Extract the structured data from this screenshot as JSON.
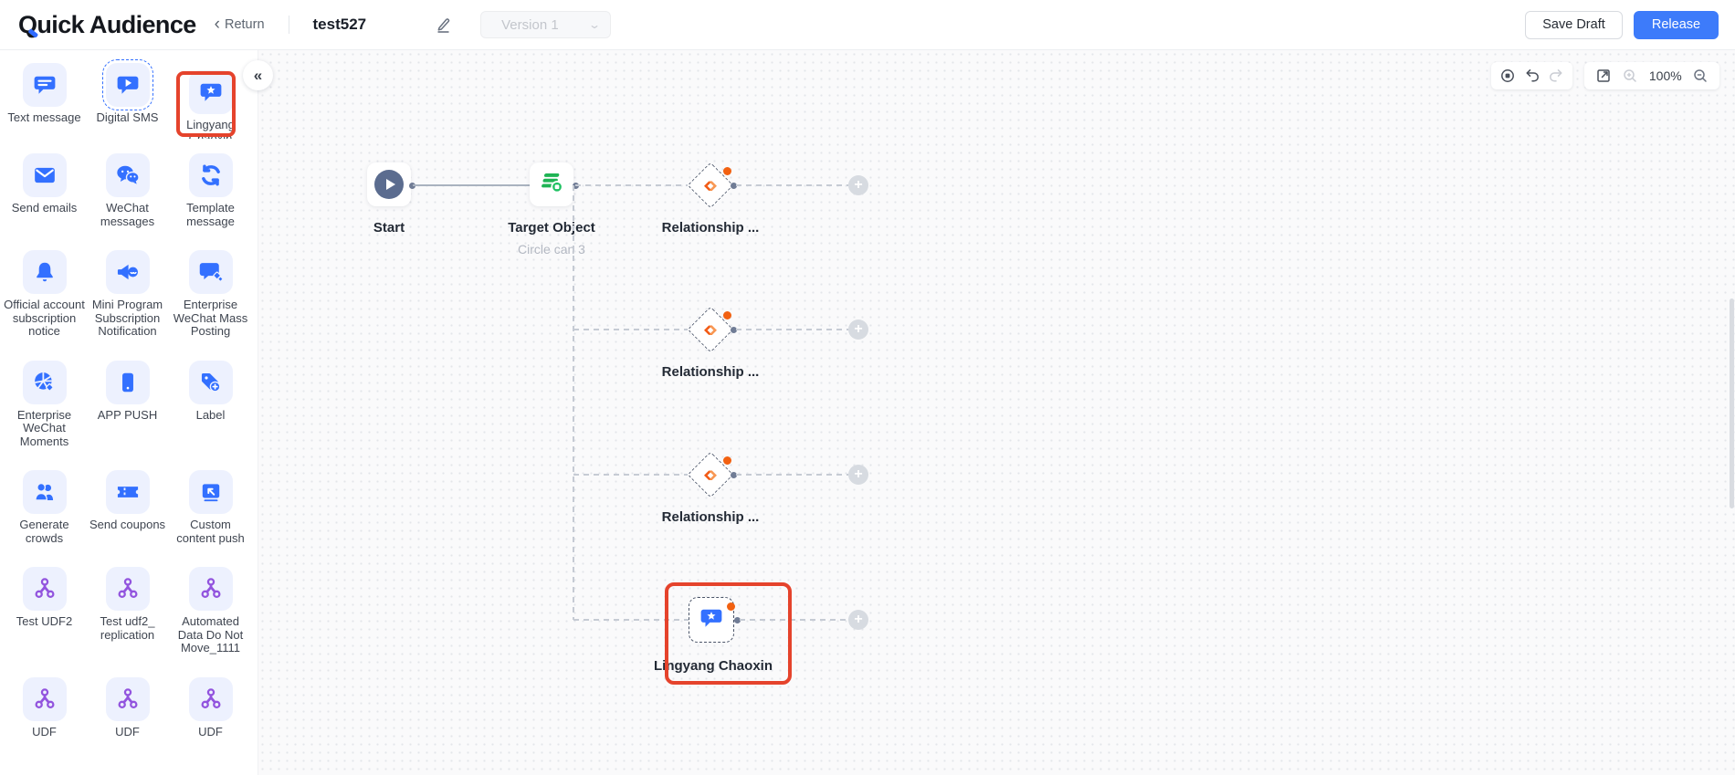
{
  "header": {
    "logo": "Quick Audience",
    "return_label": "Return",
    "flow_name": "test527",
    "version_label": "Version 1",
    "save_draft_label": "Save Draft",
    "release_label": "Release"
  },
  "sidebar": {
    "items": [
      {
        "label": "Text message",
        "icon": "chat-lines",
        "color": "blue"
      },
      {
        "label": "Digital SMS",
        "icon": "chat-play",
        "color": "blue",
        "selected_dashed": true
      },
      {
        "label": "Lingyang Chaoxin",
        "icon": "chat-star",
        "color": "blue",
        "highlighted": true
      },
      {
        "label": "Send emails",
        "icon": "envelope",
        "color": "blue"
      },
      {
        "label": "WeChat messages",
        "icon": "wechat",
        "color": "blue"
      },
      {
        "label": "Template message",
        "icon": "refresh",
        "color": "blue"
      },
      {
        "label": "Official account subscription notice",
        "icon": "bell",
        "color": "blue"
      },
      {
        "label": "Mini Program Subscription Notification",
        "icon": "megaphone",
        "color": "blue"
      },
      {
        "label": "Enterprise WeChat Mass Posting",
        "icon": "chat-sparkle",
        "color": "blue"
      },
      {
        "label": "Enterprise WeChat Moments",
        "icon": "aperture",
        "color": "blue"
      },
      {
        "label": "APP PUSH",
        "icon": "phone",
        "color": "blue"
      },
      {
        "label": "Label",
        "icon": "tag-plus",
        "color": "blue"
      },
      {
        "label": "Generate crowds",
        "icon": "people",
        "color": "blue"
      },
      {
        "label": "Send coupons",
        "icon": "coupon",
        "color": "blue"
      },
      {
        "label": "Custom content push",
        "icon": "box-arrow",
        "color": "blue"
      },
      {
        "label": "Test UDF2",
        "icon": "molecule",
        "color": "purple"
      },
      {
        "label": "Test udf2_ replication",
        "icon": "molecule",
        "color": "purple"
      },
      {
        "label": "Automated Data Do Not Move_1111",
        "icon": "molecule",
        "color": "purple"
      },
      {
        "label": "UDF",
        "icon": "molecule",
        "color": "purple"
      },
      {
        "label": "UDF",
        "icon": "molecule",
        "color": "purple"
      },
      {
        "label": "UDF",
        "icon": "molecule",
        "color": "purple"
      }
    ]
  },
  "canvas": {
    "toolbar": {
      "zoom_level": "100%"
    },
    "start_node": {
      "label": "Start"
    },
    "target_node": {
      "label": "Target Object",
      "sublabel": "Circle can 3"
    },
    "branches": [
      {
        "label": "Relationship ...",
        "icon": "relationship"
      },
      {
        "label": "Relationship ...",
        "icon": "relationship"
      },
      {
        "label": "Relationship ...",
        "icon": "relationship"
      },
      {
        "label": "Lingyang Chaoxin",
        "icon": "chat-star",
        "highlighted": true
      }
    ]
  },
  "colors": {
    "accent_blue": "#3370FF",
    "release_blue": "#3D7BFA",
    "highlight_red": "#E5432C",
    "icon_purple": "#9254DE",
    "icon_green": "#1FB454",
    "icon_orange": "#F26111"
  }
}
